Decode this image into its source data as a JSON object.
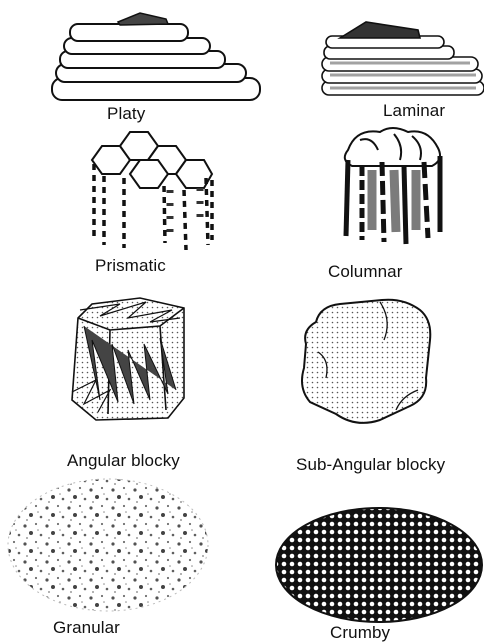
{
  "diagram": {
    "structures": [
      {
        "id": "platy",
        "label": "Platy"
      },
      {
        "id": "laminar",
        "label": "Laminar"
      },
      {
        "id": "prismatic",
        "label": "Prismatic"
      },
      {
        "id": "columnar",
        "label": "Columnar"
      },
      {
        "id": "angular-blocky",
        "label": "Angular blocky"
      },
      {
        "id": "sub-angular-blocky",
        "label": "Sub-Angular blocky"
      },
      {
        "id": "granular",
        "label": "Granular"
      },
      {
        "id": "crumby",
        "label": "Crumby"
      }
    ]
  }
}
